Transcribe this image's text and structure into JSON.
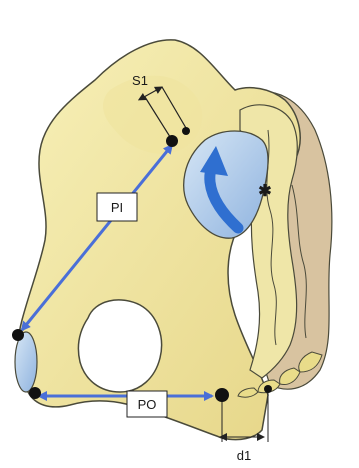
{
  "labels": {
    "s1": "S1",
    "pi": "PI",
    "po": "PO",
    "d1": "d1",
    "star": "✱"
  },
  "colors": {
    "bone_light": "#f3eaa8",
    "bone_mid": "#e9dc8a",
    "bone_shadow": "#d9c57a",
    "sacrum_back": "#d8c3a0",
    "outline": "#4a4a3a",
    "measure_line": "#4a6fd8",
    "point": "#111111",
    "joint_blue": "#a9c6e8",
    "arrow_blue": "#2f6fd0"
  }
}
